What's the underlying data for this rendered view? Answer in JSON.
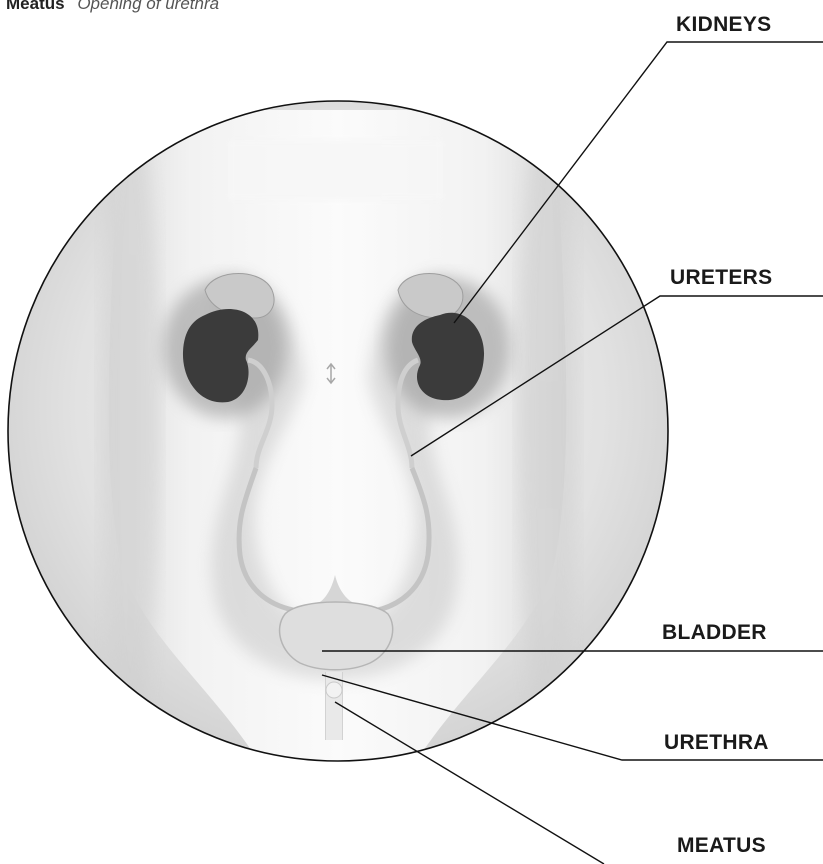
{
  "header": {
    "term": "Meatus",
    "definition": "Opening of urethra"
  },
  "labels": {
    "kidneys": "KIDNEYS",
    "ureters": "URETERS",
    "bladder": "BLADDER",
    "urethra": "URETHRA",
    "meatus": "MEATUS"
  },
  "colors": {
    "kidney": "#3b3b3b",
    "adrenal": "#c8c8c8",
    "bladder": "#dedede",
    "outline": "#111111",
    "leader": "#111111"
  }
}
